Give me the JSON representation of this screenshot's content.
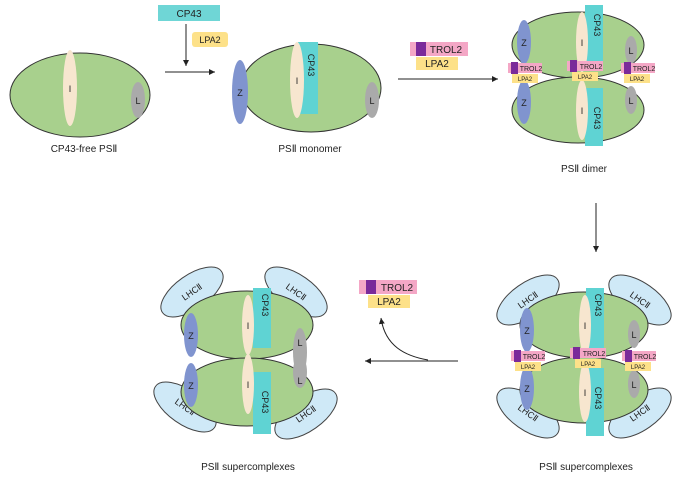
{
  "labels": {
    "cp43": "CP43",
    "lpa2": "LPA2",
    "trol2": "TROL2",
    "lhcii": "LHCⅡ",
    "i": "I",
    "l": "L",
    "z": "Z"
  },
  "stages": {
    "cp43_free": "CP43-free PSⅡ",
    "monomer": "PSⅡ monomer",
    "dimer": "PSⅡ dimer",
    "supercomplex_right": "PSⅡ supercomplexes",
    "supercomplex_left": "PSⅡ supercomplexes"
  },
  "colors": {
    "psii_green": "#a8d08d",
    "cp43_cyan": "#5fd3d3",
    "cp43_box": "#6fd6d6",
    "lpa2_yellow": "#fde189",
    "trol2_pink": "#f4a7c6",
    "trol2_purple": "#7a2a9a",
    "lhcii_blue": "#cfe9f7",
    "z_blue": "#8094cf",
    "i_cream": "#f7e6cf",
    "l_gray": "#aaaaaa"
  }
}
